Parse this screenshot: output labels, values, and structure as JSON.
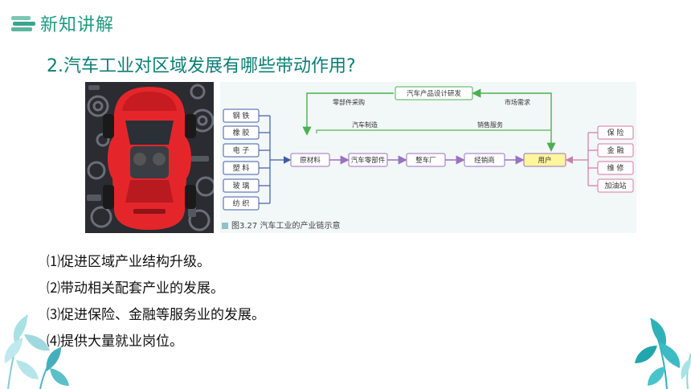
{
  "header": {
    "title": "新知讲解",
    "icon": "books-icon"
  },
  "question": "2.汽车工业对区域发展有哪些带动作用?",
  "diagram": {
    "materials": [
      "钢 铁",
      "橡 胶",
      "电 子",
      "塑 料",
      "玻 璃",
      "纺 织"
    ],
    "chain": [
      "原材料",
      "汽车零部件",
      "整车厂",
      "经销商",
      "用户"
    ],
    "services": [
      "保 险",
      "金 融",
      "维 修",
      "加油站"
    ],
    "top_box": "汽车产品设计研发",
    "arrow_labels": {
      "parts_purchase": "零部件采购",
      "market_demand": "市场需求",
      "car_making": "汽车制造",
      "sales_service": "销售服务"
    },
    "caption": "图3.27  汽车工业的产业链示意"
  },
  "points": [
    "⑴促进区域产业结构升级。",
    "⑵带动相关配套产业的发展。",
    "⑶促进保险、金融等服务业的发展。",
    "⑷提供大量就业岗位。"
  ],
  "colors": {
    "accent": "#1f9a83",
    "materials": "#3f5ca8",
    "chain": "#9b72c0",
    "services": "#d27aa7",
    "top": "#4caf50",
    "user_box": "#fff59d"
  }
}
